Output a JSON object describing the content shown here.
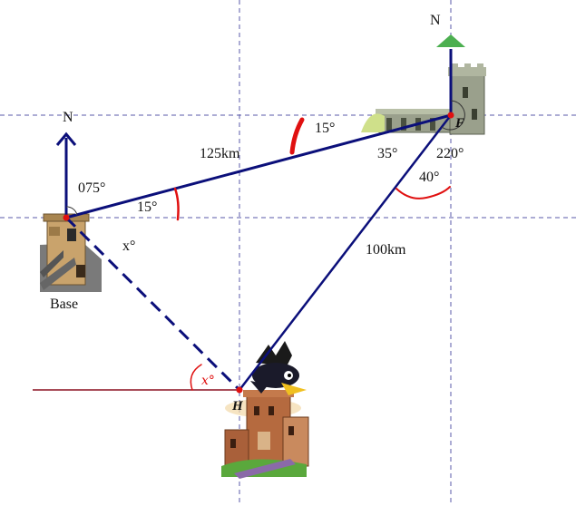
{
  "diagram": {
    "labels": {
      "north_base": "N",
      "north_f": "N",
      "bearing_base": "075°",
      "angle_base_15": "15°",
      "dist_bf": "125km",
      "angle_top_15": "15°",
      "angle_35": "35°",
      "angle_220": "220°",
      "angle_40": "40°",
      "dist_fh": "100km",
      "angle_x_base": "x°",
      "base_name": "Base",
      "point_f": "F",
      "point_h": "H",
      "handwritten_x": "x°"
    },
    "colors": {
      "line": "#0b0f7a",
      "grid": "#5a5aa8",
      "annotation_red": "#e01010",
      "horizon_line": "#8b1020",
      "north_marker_green": "#4caf50"
    },
    "icons": [
      "base-tower-icon",
      "castle-f-icon",
      "castle-h-icon",
      "crow-icon"
    ]
  }
}
